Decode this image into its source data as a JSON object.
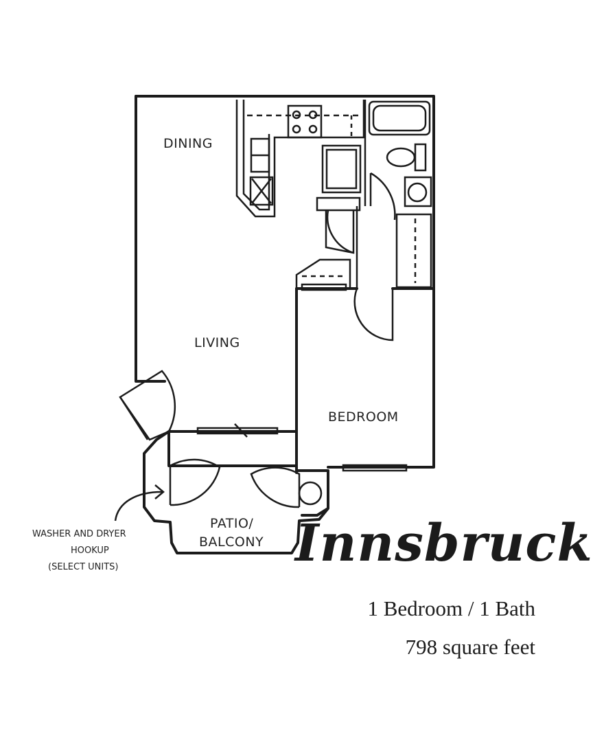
{
  "rooms": {
    "dining": "DINING",
    "living": "LIVING",
    "bedroom": "BEDROOM",
    "patio_line1": "PATIO/",
    "patio_line2": "BALCONY"
  },
  "note": {
    "line1": "WASHER AND DRYER",
    "line2": "HOOKUP",
    "line3": "(SELECT UNITS)"
  },
  "plan": {
    "name": "Innsbruck",
    "beds_baths": "1 Bedroom / 1 Bath",
    "size": "798 square feet"
  }
}
